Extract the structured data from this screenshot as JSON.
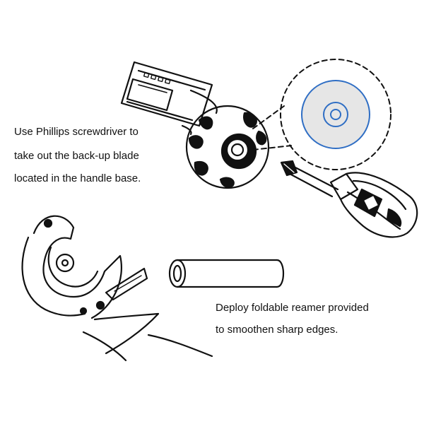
{
  "instructions": {
    "blade_removal": [
      "Use Phillips screwdriver to",
      "take out the back-up blade",
      "located in the handle base."
    ],
    "reamer": [
      "Deploy foldable reamer provided",
      "to smoothen sharp edges."
    ]
  },
  "colors": {
    "line": "#111111",
    "disc_fill": "#e6e6e6",
    "disc_ring": "#2f6ec4",
    "background": "#ffffff"
  },
  "icons": [
    "tube-cutter-handle-icon",
    "phillips-screwdriver-icon",
    "tube-cutter-jaw-icon",
    "pipe-section-icon"
  ]
}
